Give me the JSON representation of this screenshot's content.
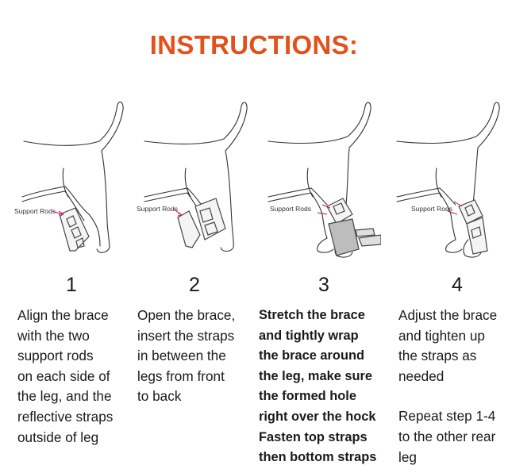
{
  "title": "INSTRUCTIONS:",
  "colors": {
    "title": "#e4501a",
    "text": "#1a1a1a",
    "arrow": "#c2185b",
    "brace_fill": "#bdbdbd"
  },
  "panels": [
    {
      "label": "Support Rods",
      "icon": "dog-leg-brace-step1"
    },
    {
      "label": "Support Rods",
      "icon": "dog-leg-brace-step2"
    },
    {
      "label": "Support Rods",
      "icon": "dog-leg-brace-step3"
    },
    {
      "label": "Support Rods",
      "icon": "dog-leg-brace-step4"
    }
  ],
  "steps": [
    {
      "number": "1",
      "lines": [
        "Align the brace",
        "with the two",
        "support rods",
        "on each side of",
        "the leg, and the",
        "reflective straps",
        "outside of leg"
      ]
    },
    {
      "number": "2",
      "lines": [
        "Open the brace,",
        "insert the straps",
        "in between the",
        "legs from front",
        "to back"
      ]
    },
    {
      "number": "3",
      "lines": [
        "Stretch the brace",
        "and tightly wrap",
        "the brace around",
        "the leg, make sure",
        "the formed hole",
        "right over the hock",
        "Fasten top straps",
        "then bottom straps"
      ]
    },
    {
      "number": "4",
      "lines": [
        "Adjust the brace",
        "and tighten up",
        "the straps as",
        "needed"
      ],
      "extra_lines": [
        "Repeat step 1-4",
        "to the other rear",
        "leg"
      ]
    }
  ]
}
